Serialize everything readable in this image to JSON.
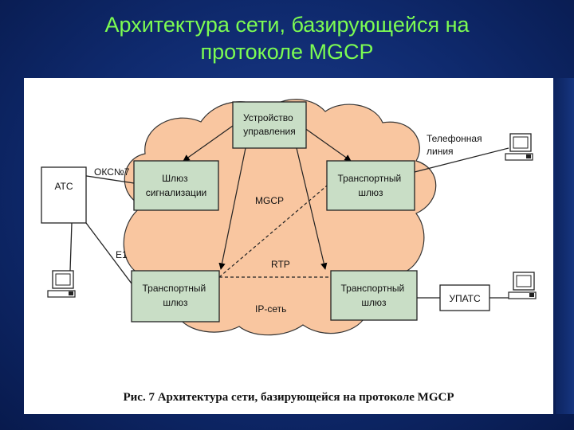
{
  "slide": {
    "title_line1": "Архитектура сети, базирующейся на",
    "title_line2": "протоколе MGCP"
  },
  "diagram": {
    "nodes": {
      "control_device": [
        "Устройство",
        "управления"
      ],
      "signaling_gateway": [
        "Шлюз",
        "сигнализации"
      ],
      "transport_gateway_top_right": [
        "Транспортный",
        "шлюз"
      ],
      "transport_gateway_bottom_left": [
        "Транспортный",
        "шлюз"
      ],
      "transport_gateway_bottom_right": [
        "Транспортный",
        "шлюз"
      ],
      "ats": "АТС",
      "upats": "УПАТС"
    },
    "labels": {
      "oks7": "ОКС№7",
      "e1": "E1",
      "mgcp": "MGCP",
      "rtp": "RTP",
      "ip_network": "IP-сеть",
      "phone_line": [
        "Телефонная",
        "линия"
      ]
    },
    "caption": "Рис. 7 Архитектура сети, базирующейся на протоколе MGCP"
  },
  "colors": {
    "title": "#7CFC52",
    "cloud_fill": "#F9C6A0",
    "box_fill": "#C9DEC6",
    "background": "#0f2a6e"
  }
}
